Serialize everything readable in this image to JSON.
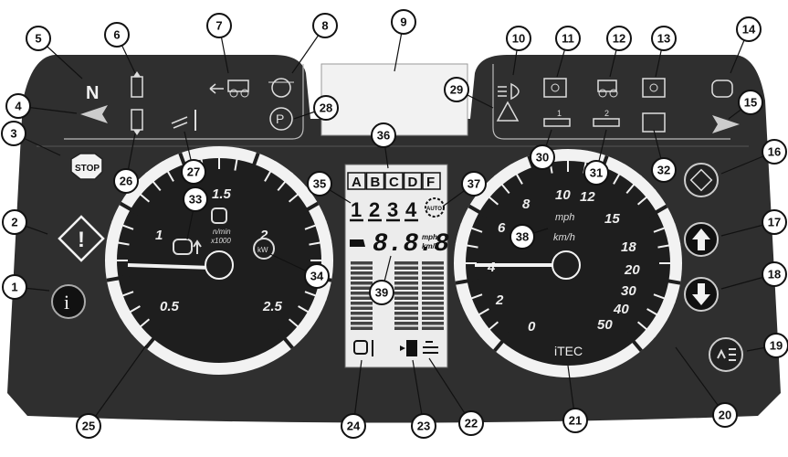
{
  "colors": {
    "dash_dark": "#2f2f2f",
    "dash_panel": "#3a3a3a",
    "gauge_face": "#1e1e1e",
    "lcd_bg": "#ececec",
    "white": "#f2f2f2",
    "callout_fill": "#ffffff",
    "callout_stroke": "#111111"
  },
  "callouts": [
    "1",
    "2",
    "3",
    "4",
    "5",
    "6",
    "7",
    "8",
    "9",
    "10",
    "11",
    "12",
    "13",
    "14",
    "15",
    "16",
    "17",
    "18",
    "19",
    "20",
    "21",
    "22",
    "23",
    "24",
    "25",
    "26",
    "27",
    "28",
    "29",
    "30",
    "31",
    "32",
    "33",
    "34",
    "35",
    "36",
    "37",
    "38",
    "39"
  ],
  "dashboard": {
    "neutral_label": "N",
    "park_label": "P",
    "stop_label": "STOP",
    "info_label": "i",
    "tachometer": {
      "tick_labels": [
        "0.5",
        "1",
        "1.5",
        "2",
        "2.5"
      ],
      "unit_line1": "n/min",
      "unit_line2": "x1000",
      "kw_label": "kW"
    },
    "display": {
      "letters": [
        "A",
        "B",
        "C",
        "D",
        "F"
      ],
      "gears": [
        "1",
        "2",
        "3",
        "4"
      ],
      "auto_label": "AUTO",
      "digits": "8.8.8",
      "speed_unit_mph": "mph",
      "speed_unit_kmh": "km/h"
    },
    "speedometer": {
      "mph_label": "mph",
      "kmh_label": "km/h",
      "inner_labels": [
        "0",
        "2",
        "4",
        "6",
        "8",
        "10"
      ],
      "outer_labels": [
        "12",
        "15",
        "18",
        "20",
        "30",
        "40",
        "50"
      ],
      "brand": "iTEC"
    },
    "trailer_labels": [
      "1",
      "2"
    ]
  },
  "icons": [
    "neutral-indicator-icon",
    "differential-lock-front-icon",
    "differential-lock-rear-icon",
    "pto-rear-icon",
    "brake-warning-icon",
    "park-brake-icon",
    "left-turn-arrow-icon",
    "air-filter-icon",
    "headlight-icon",
    "implement-light-icon",
    "tractor-icon",
    "work-light-icon",
    "glow-plug-icon",
    "right-turn-arrow-icon",
    "hazard-icon",
    "trailer-1-icon",
    "trailer-2-icon",
    "aux-light-icon",
    "stop-icon",
    "warning-icon",
    "info-icon",
    "mode-button-icon",
    "up-arrow-icon",
    "down-arrow-icon",
    "menu-button-icon",
    "engine-oil-icon",
    "coolant-temp-icon",
    "fuel-icon",
    "def-icon",
    "engine-icon",
    "kw-engine-icon"
  ]
}
